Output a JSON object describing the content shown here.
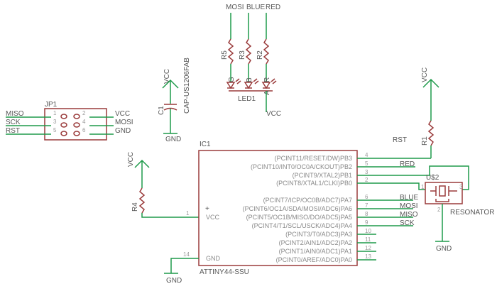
{
  "nets": {
    "mosi": "MOSI",
    "blue": "BLUE",
    "red": "RED",
    "vcc": "VCC",
    "gnd": "GND",
    "miso": "MISO",
    "sck": "SCK",
    "rst": "RST"
  },
  "resistors": {
    "r1": "R1",
    "r2": "R2",
    "r3": "R3",
    "r4": "R4",
    "r5": "R5"
  },
  "leds": {
    "led1": "LED1",
    "g": "G",
    "b": "B",
    "r": "R",
    "a": "A"
  },
  "capacitor": {
    "name": "C1",
    "value": "CAP-US1206FAB"
  },
  "header": {
    "name": "JP1",
    "pins_left": [
      "1",
      "3",
      "5"
    ],
    "pins_right": [
      "2",
      "4",
      "6"
    ]
  },
  "ic": {
    "name": "IC1",
    "part": "ATTINY44-SSU",
    "vcc_label": "VCC",
    "gnd_label": "GND",
    "plus": "+",
    "vcc_pin": "1",
    "gnd_pin": "14",
    "pins_right": [
      {
        "label": "(PCINT11/RESET/DW)PB3",
        "num": "4"
      },
      {
        "label": "(PCINT10/INT0/OC0A/CKOUT)PB2",
        "num": "5"
      },
      {
        "label": "(PCINT9/XTAL2)PB1",
        "num": "3"
      },
      {
        "label": "(PCINT8/XTAL1/CLKI)PB0",
        "num": "2"
      },
      {
        "label": "(PCINT7/ICP/OC0B/ADC7)PA7",
        "num": "6"
      },
      {
        "label": "(PCINT6/OC1A/SDA/MOSI/ADC6)PA6",
        "num": "7"
      },
      {
        "label": "(PCINT5/OC1B/MISO/DO/ADC5)PA5",
        "num": "8"
      },
      {
        "label": "(PCINT4/T1/SCL/USCK/ADC4)PA4",
        "num": "9"
      },
      {
        "label": "(PCINT3/T0/ADC3)PA3",
        "num": "10"
      },
      {
        "label": "(PCINT2/AIN1/ADC2)PA2",
        "num": "11"
      },
      {
        "label": "(PCINT1/AIN0/ADC1)PA1",
        "num": "12"
      },
      {
        "label": "(PCINT0/AREF/ADC0)PA0",
        "num": "13"
      }
    ]
  },
  "resonator": {
    "name": "U$2",
    "part": "RESONATOR",
    "pins": [
      "1",
      "2",
      "3"
    ]
  },
  "colors": {
    "wire": "#1e9a4a",
    "body": "#9a3b3b",
    "text": "#555555"
  }
}
